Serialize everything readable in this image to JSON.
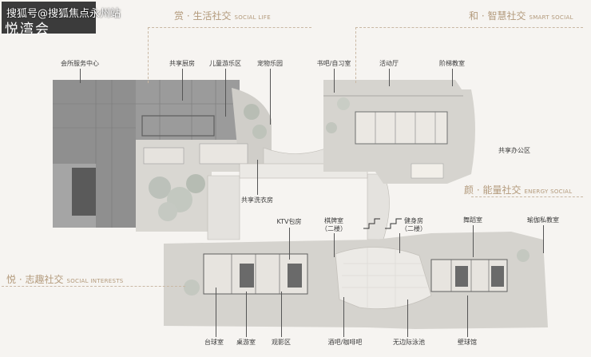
{
  "watermark": "搜狐号@搜狐焦点永州站",
  "logo": "悦湾会",
  "sections": {
    "life": {
      "zh": "赏 · 生活社交",
      "en": "SOCIAL LIFE"
    },
    "smart": {
      "zh": "和 · 智慧社交",
      "en": "SMART SOCIAL"
    },
    "energy": {
      "zh": "颜 · 能量社交",
      "en": "ENERGY SOCIAL"
    },
    "interests": {
      "zh": "悦 · 志趣社交",
      "en": "SOCIAL INTERESTS"
    }
  },
  "rooms": {
    "clubhouse": "会所服务中心",
    "shared_kitchen": "共享厨房",
    "kids_zone": "儿童游乐区",
    "pet_park": "宠物乐园",
    "reading_room": "书吧/自习室",
    "activity_hall": "活动厅",
    "lecture_room": "阶梯教室",
    "shared_office": "共享办公区",
    "laundry": "共享洗衣房",
    "ktv": "KTV包房",
    "chess": "棋牌室\n（二楼）",
    "gym": "健身房\n（二楼）",
    "dance": "舞蹈室",
    "yoga": "瑜伽私教室",
    "billiards": "台球室",
    "board_games": "桌游室",
    "cinema": "观影区",
    "bar_cafe": "酒吧/咖啡吧",
    "pool": "无边际泳池",
    "squash": "壁球馆"
  }
}
